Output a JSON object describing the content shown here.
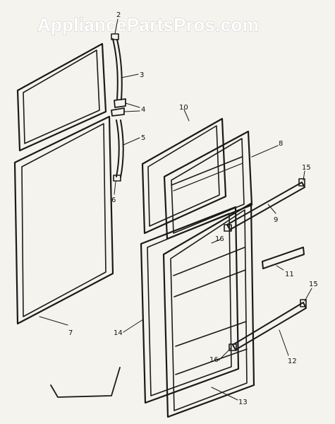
{
  "watermark": "AppliancePartsPros.com",
  "colors": {
    "background": "#f4f3ee",
    "line": "#1a1a1a"
  },
  "labels": [
    {
      "id": "2",
      "text": "2"
    },
    {
      "id": "3",
      "text": "3"
    },
    {
      "id": "4",
      "text": "4"
    },
    {
      "id": "5",
      "text": "5"
    },
    {
      "id": "6",
      "text": "6"
    },
    {
      "id": "7",
      "text": "7"
    },
    {
      "id": "8",
      "text": "8"
    },
    {
      "id": "9",
      "text": "9"
    },
    {
      "id": "10",
      "text": "10"
    },
    {
      "id": "11",
      "text": "11"
    },
    {
      "id": "12",
      "text": "12"
    },
    {
      "id": "13",
      "text": "13"
    },
    {
      "id": "14",
      "text": "14"
    },
    {
      "id": "15a",
      "text": "15"
    },
    {
      "id": "15b",
      "text": "15"
    },
    {
      "id": "16a",
      "text": "16"
    },
    {
      "id": "16b",
      "text": "16"
    }
  ]
}
